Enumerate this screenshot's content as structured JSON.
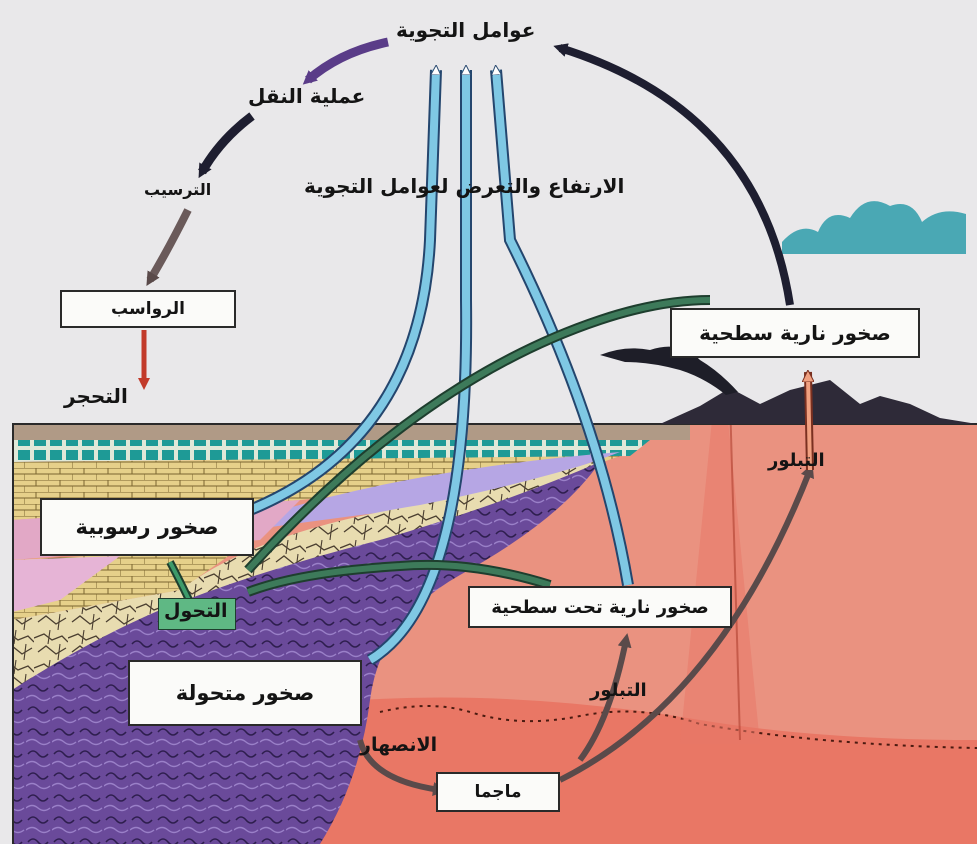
{
  "labels": {
    "weathering_agents": "عوامل التجوية",
    "transport": "عملية النقل",
    "deposition": "الترسيب",
    "lithification": "التحجر",
    "uplift": "الارتفاع والتعرض لعوامل التجوية",
    "metamorphism": "التحول",
    "crystallization_surface": "التبلور",
    "crystallization_deep": "التبلور",
    "melting": "الانصهار"
  },
  "boxes": {
    "sediments": "الرواسب",
    "surface_igneous": "صخور نارية سطحية",
    "sedimentary": "صخور رسوبية",
    "subsurface_igneous": "صخور نارية تحت سطحية",
    "metamorphic": "صخور متحولة",
    "magma": "ماجما"
  },
  "colors": {
    "background": "#e9e8ea",
    "mantle": "#ea9280",
    "metamorphic_purple": "#6a4a9a",
    "uplift_arrows": "#7fc8e4",
    "green_arrows": "#3d7a5a",
    "dark_arrow": "#1e1e30",
    "sea": "#4aa8b4",
    "metamorphism_label_bg": "#5fb884"
  }
}
